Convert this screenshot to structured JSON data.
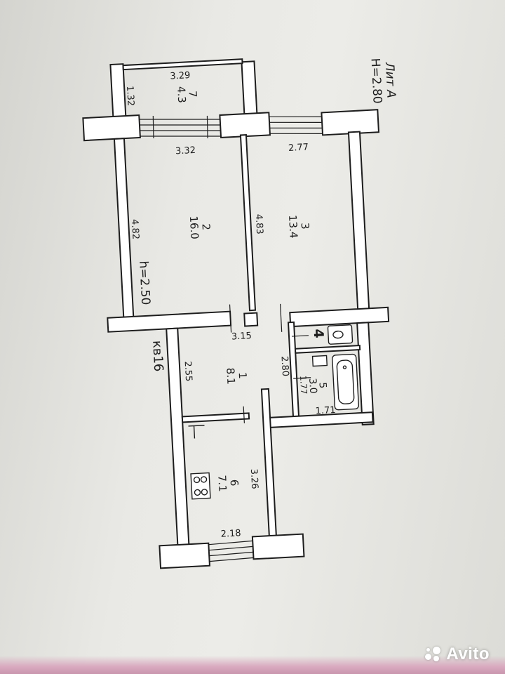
{
  "plan": {
    "building_label": "Лит А",
    "height_label": "H=2.80",
    "apartment_label": "кв16",
    "ceiling_label": "h=2.50",
    "rooms": [
      {
        "number": "1",
        "area": "8.1"
      },
      {
        "number": "2",
        "area": "16.0"
      },
      {
        "number": "3",
        "area": "13.4"
      },
      {
        "number": "4",
        "area": ""
      },
      {
        "number": "5",
        "area": "3.0"
      },
      {
        "number": "6",
        "area": "7.1"
      },
      {
        "number": "7",
        "area": "4.3"
      }
    ],
    "dimensions": {
      "balcony_width": "3.29",
      "balcony_depth": "1.32",
      "room2_width": "3.32",
      "room2_length": "4.82",
      "room3_width": "2.77",
      "room3_length": "4.83",
      "hall_width": "3.15",
      "hall_length": "2.55",
      "bath_length": "2.80",
      "bath_width": "1.71",
      "bath_depth": "1.77",
      "kitchen_length": "3.26",
      "kitchen_width": "2.18"
    }
  },
  "watermark": {
    "text": "Avito"
  },
  "colors": {
    "wall": "#ffffff",
    "ink": "#1d1d1d",
    "paper": "#ecece8"
  }
}
